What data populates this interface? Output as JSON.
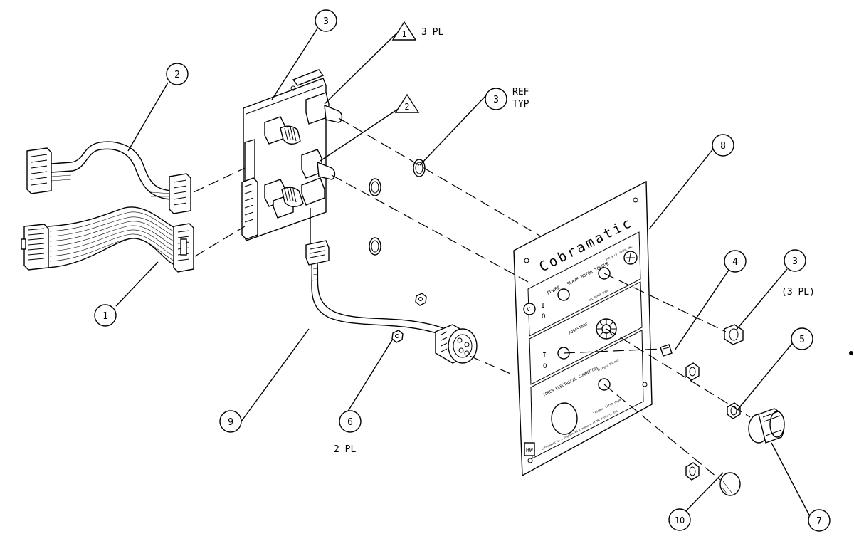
{
  "panel": {
    "brand": "Cobramatic",
    "power": "POWER",
    "slave_motor_torque": "SLAVE MOTOR TORQUE",
    "torque_note": "FOR 5 LB. SPOOL ONLY",
    "all_other_guns": "ALL OTHER GUNS",
    "posastart": "POSASTART",
    "torch_connector": "TORCH ELECTRICAL CONNECTOR",
    "trigger_normal": "Trigger Normal",
    "trigger_latch": "Trigger Latch Mode",
    "trademark": "Cobramatic is a registered trademark of MK Products Inc."
  },
  "callouts": [
    {
      "id": "c1",
      "number": "1",
      "note": ""
    },
    {
      "id": "c2",
      "number": "2",
      "note": ""
    },
    {
      "id": "c3a",
      "number": "3",
      "note": ""
    },
    {
      "id": "c3b",
      "number": "3",
      "note": "REF TYP"
    },
    {
      "id": "c3c",
      "number": "3",
      "note": "(3 PL)"
    },
    {
      "id": "c4",
      "number": "4",
      "note": ""
    },
    {
      "id": "c5",
      "number": "5",
      "note": ""
    },
    {
      "id": "c6",
      "number": "6",
      "note": "2 PL"
    },
    {
      "id": "c7",
      "number": "7",
      "note": ""
    },
    {
      "id": "c8",
      "number": "8",
      "note": ""
    },
    {
      "id": "c9",
      "number": "9",
      "note": ""
    },
    {
      "id": "c10",
      "number": "10",
      "note": ""
    }
  ],
  "flags": [
    {
      "id": "f1",
      "number": "1",
      "note": "3 PL"
    },
    {
      "id": "f2",
      "number": "2",
      "note": ""
    }
  ],
  "icons": [
    "balloon-callout",
    "triangle-flag",
    "hex-nut",
    "toggle-switch",
    "knob"
  ]
}
